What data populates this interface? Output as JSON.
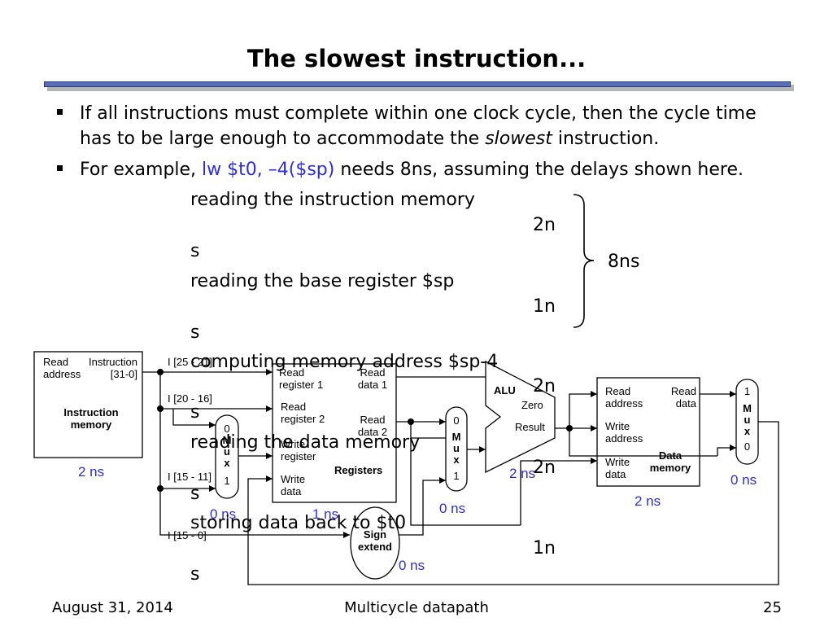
{
  "slide": {
    "title": "The slowest instruction...",
    "bullets": [
      {
        "text": "If all instructions must complete within one clock cycle, then the cycle time has to be large enough to accommodate the ",
        "emph": "slowest",
        "tail": " instruction."
      },
      {
        "pre": "For example, ",
        "code": "lw $t0, –4($sp)",
        "post": " needs 8ns, assuming the delays shown here."
      }
    ],
    "steps": [
      {
        "label": "reading the instruction memory",
        "time": "2n",
        "unit": "s"
      },
      {
        "label": "reading the base register $sp",
        "time": "1n",
        "unit": "s"
      },
      {
        "label": "computing memory address $sp-4",
        "time": "2n",
        "unit": "s"
      },
      {
        "label": "reading the data memory",
        "time": "2n",
        "unit": "s"
      },
      {
        "label": "storing data back to $t0",
        "time": "1n",
        "unit": "s"
      }
    ],
    "total": "8ns"
  },
  "datapath": {
    "imem": {
      "read_address": "Read address",
      "instruction": "Instruction [31-0]",
      "name": "Instruction memory",
      "delay": "2 ns"
    },
    "fields": {
      "rs": "I [25 - 21]",
      "rt": "I [20 - 16]",
      "rd": "I [15 - 11]",
      "imm": "I [15 - 0]"
    },
    "regfile": {
      "read_reg1": "Read register 1",
      "read_reg2": "Read register 2",
      "write_reg": "Write register",
      "write_data": "Write data",
      "read_data1": "Read data 1",
      "read_data2": "Read data 2",
      "name": "Registers",
      "delay": "1 ns"
    },
    "mux_rd": {
      "in0": "0",
      "in1": "1",
      "letters": [
        "M",
        "u",
        "x"
      ],
      "delay": "0 ns"
    },
    "mux_alu": {
      "in0": "0",
      "in1": "1",
      "letters": [
        "M",
        "u",
        "x"
      ],
      "delay": "0 ns"
    },
    "alu": {
      "name": "ALU",
      "zero": "Zero",
      "result": "Result",
      "delay": "2 ns"
    },
    "dmem": {
      "read_address": "Read address",
      "read_data": "Read data",
      "write_address": "Write address",
      "write_data": "Write data",
      "name": "Data memory",
      "delay": "2 ns"
    },
    "mux_wb": {
      "in1": "1",
      "in0": "0",
      "letters": [
        "M",
        "u",
        "x"
      ],
      "delay": "0 ns"
    },
    "sign_extend": {
      "label": "Sign extend",
      "delay": "0 ns"
    }
  },
  "footer": {
    "date": "August 31, 2014",
    "center": "Multicycle datapath",
    "page": "25"
  },
  "colors": {
    "accent": "#2d2de0",
    "rule": "#5a6eb8"
  }
}
